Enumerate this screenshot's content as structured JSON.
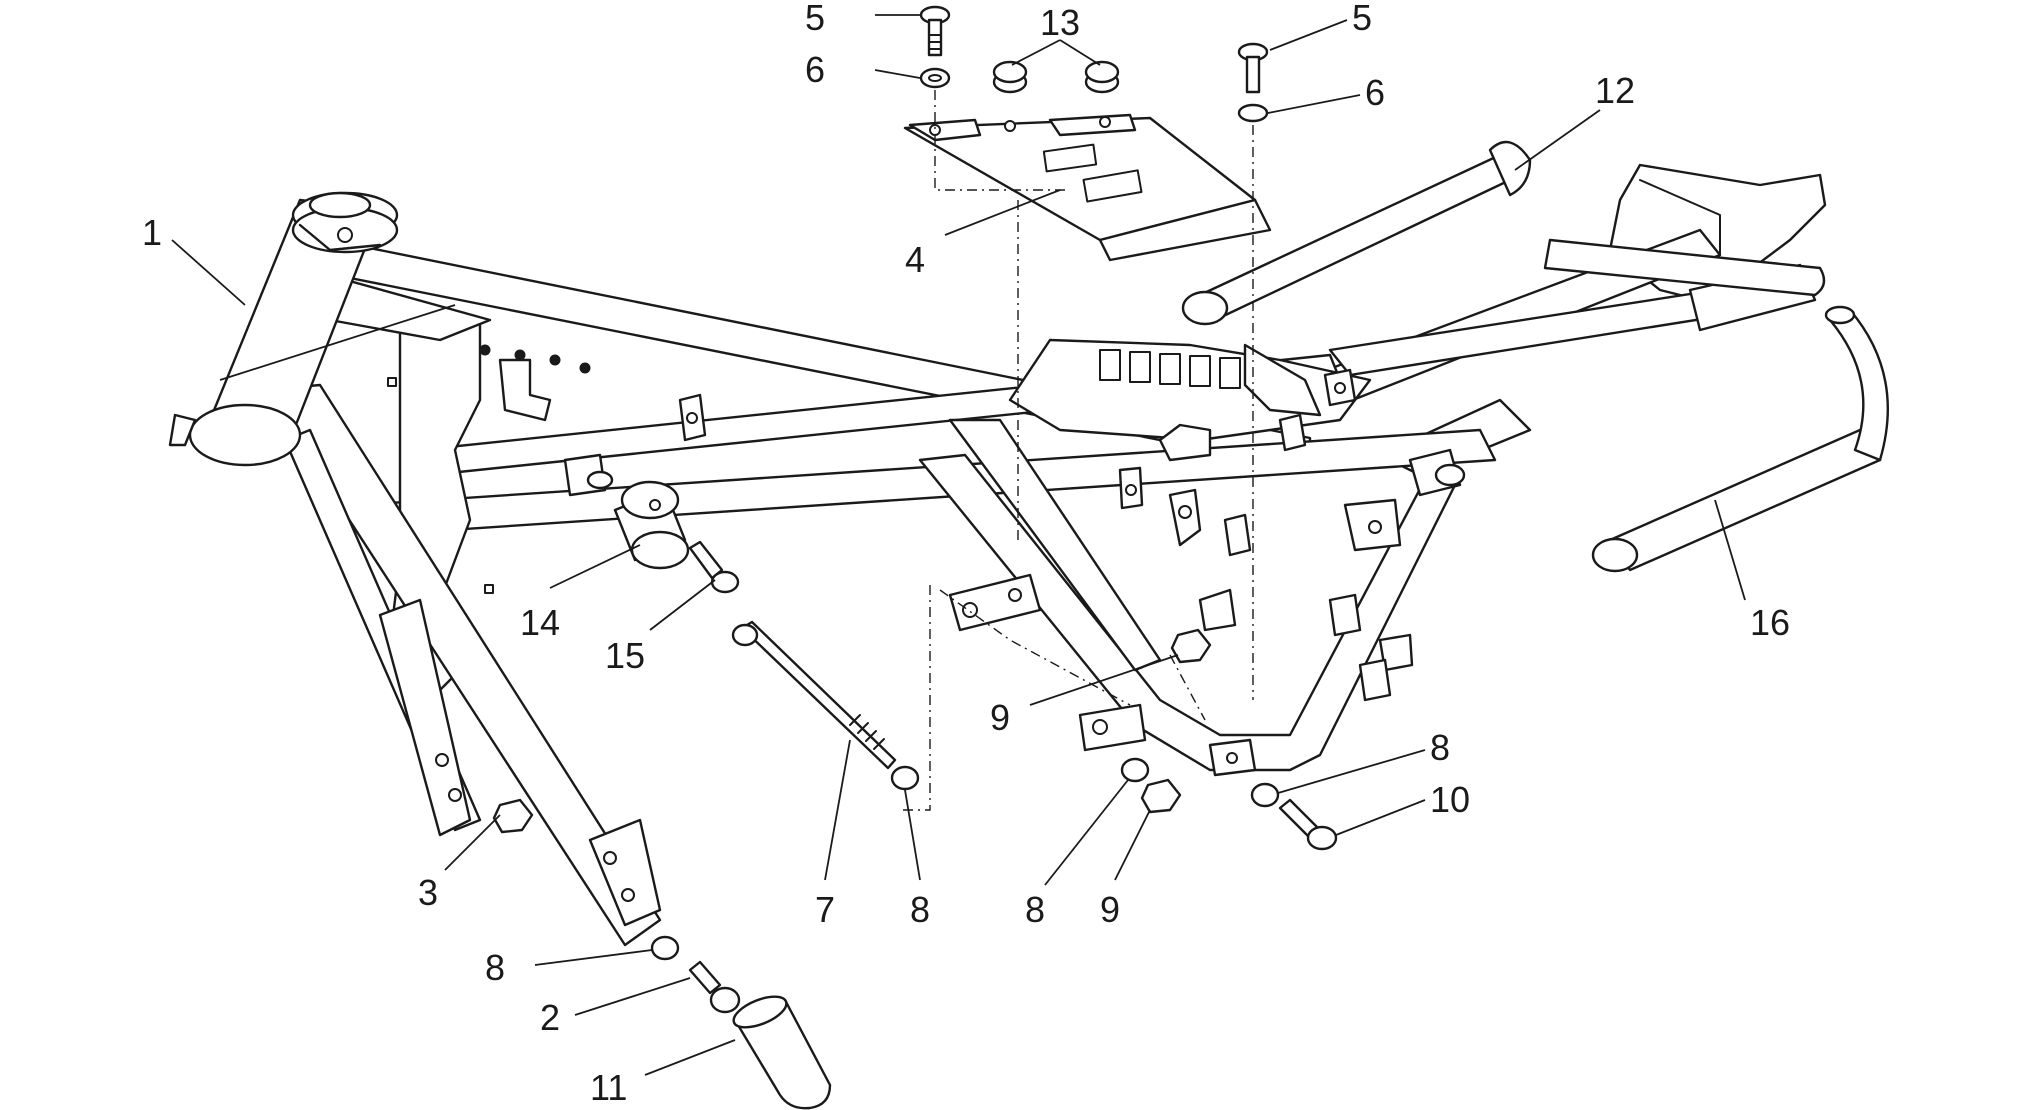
{
  "callouts": [
    {
      "id": "c1",
      "label": "1"
    },
    {
      "id": "c2",
      "label": "2"
    },
    {
      "id": "c3",
      "label": "3"
    },
    {
      "id": "c4",
      "label": "4"
    },
    {
      "id": "c5a",
      "label": "5"
    },
    {
      "id": "c5b",
      "label": "5"
    },
    {
      "id": "c6a",
      "label": "6"
    },
    {
      "id": "c6b",
      "label": "6"
    },
    {
      "id": "c7",
      "label": "7"
    },
    {
      "id": "c8a",
      "label": "8"
    },
    {
      "id": "c8b",
      "label": "8"
    },
    {
      "id": "c8c",
      "label": "8"
    },
    {
      "id": "c8d",
      "label": "8"
    },
    {
      "id": "c9a",
      "label": "9"
    },
    {
      "id": "c9b",
      "label": "9"
    },
    {
      "id": "c10",
      "label": "10"
    },
    {
      "id": "c11",
      "label": "11"
    },
    {
      "id": "c12",
      "label": "12"
    },
    {
      "id": "c13",
      "label": "13"
    },
    {
      "id": "c14",
      "label": "14"
    },
    {
      "id": "c15",
      "label": "15"
    },
    {
      "id": "c16",
      "label": "16"
    }
  ]
}
